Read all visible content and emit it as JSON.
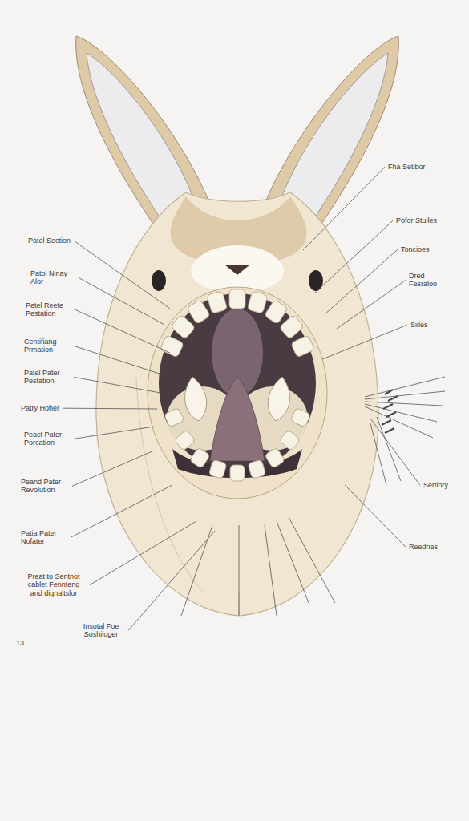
{
  "diagram": {
    "labels": [
      "Patel Section",
      "Patol Ninay Alor",
      "Petel Reete Pestation",
      "Centifiang Prmation",
      "Patel Pater Pestation",
      "Patry Hoher",
      "Peact Pater Porcation",
      "Peand Pater Revolution",
      "Patia Pater Nofater",
      "Preat to Sentnot cablet Fennteng and dignaltslor",
      "Insotal Foe Soshiluger",
      "13",
      "Fha Setibor",
      "Pofor Stuiles",
      "Toncioes",
      "Dred Fesraloo",
      "Siiles",
      "Sertiory",
      "Reedries"
    ]
  }
}
